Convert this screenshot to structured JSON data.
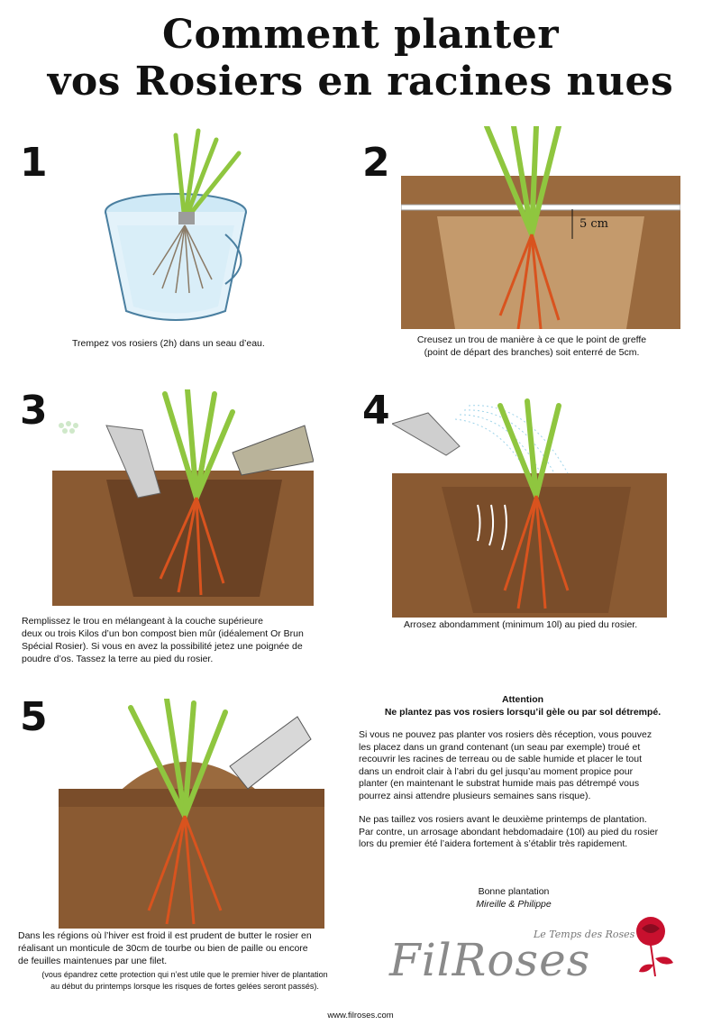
{
  "title": {
    "line1": "Comment planter",
    "line2": "vos Rosiers en racines nues"
  },
  "steps": [
    {
      "number": "1",
      "caption": "Trempez vos rosiers (2h) dans un seau d’eau."
    },
    {
      "number": "2",
      "caption_l1": "Creusez un trou de manière à ce que le point de greffe",
      "caption_l2": "(point de départ des branches) soit enterré de 5cm.",
      "measure": "5 cm"
    },
    {
      "number": "3",
      "caption_l1": "Remplissez le trou en mélangeant  à la couche supérieure",
      "caption_l2": "deux ou trois Kilos d’un bon compost bien mûr (idéalement Or Brun",
      "caption_l3": "Spécial Rosier). Si vous en avez la possibilité jetez une poignée de",
      "caption_l4": "poudre d’os. Tassez la terre au pied du rosier."
    },
    {
      "number": "4",
      "caption": "Arrosez abondamment (minimum 10l) au pied du rosier."
    },
    {
      "number": "5",
      "caption_l1": "Dans les régions où l’hiver est froid il est prudent de butter le rosier en",
      "caption_l2": "réalisant un monticule de 30cm de tourbe ou bien de paille ou encore",
      "caption_l3": "de feuilles maintenues par une filet.",
      "note_l1": "(vous épandrez cette protection qui n’est utile que le premier hiver de plantation",
      "note_l2": "au début du printemps lorsque les risques de fortes gelées seront passés)."
    }
  ],
  "attention": {
    "heading": "Attention",
    "subheading": "Ne plantez pas vos rosiers lorsqu’il gèle ou par sol détrempé.",
    "p1_l1": "Si vous ne pouvez pas planter vos rosiers dès réception, vous pouvez",
    "p1_l2": "les placez dans un grand contenant (un seau par exemple) troué et",
    "p1_l3": "recouvrir les racines de terreau ou de sable humide et placer le tout",
    "p1_l4": "dans un endroit clair à l’abri du gel jusqu’au moment propice pour",
    "p1_l5": "planter (en maintenant le substrat humide mais pas détrempé vous",
    "p1_l6": "pourrez ainsi attendre plusieurs semaines sans risque).",
    "p2_l1": "Ne pas taillez vos rosiers avant le deuxième printemps de plantation.",
    "p2_l2": "Par contre, un arrosage abondant hebdomadaire (10l) au pied du rosier",
    "p2_l3": "lors du premier été l’aidera fortement à s’établir très rapidement."
  },
  "signoff": {
    "line1": "Bonne plantation",
    "line2": "Mireille & Philippe"
  },
  "logo": {
    "brand": "FilRoses",
    "tagline": "Le Temps des Roses"
  },
  "website": "www.filroses.com",
  "colors": {
    "soil": "#8a5a32",
    "soil_dark": "#6b4224",
    "stem": "#8fc63f",
    "root": "#d9531e",
    "rose": "#c8102e",
    "water": "#bfe3f5"
  }
}
